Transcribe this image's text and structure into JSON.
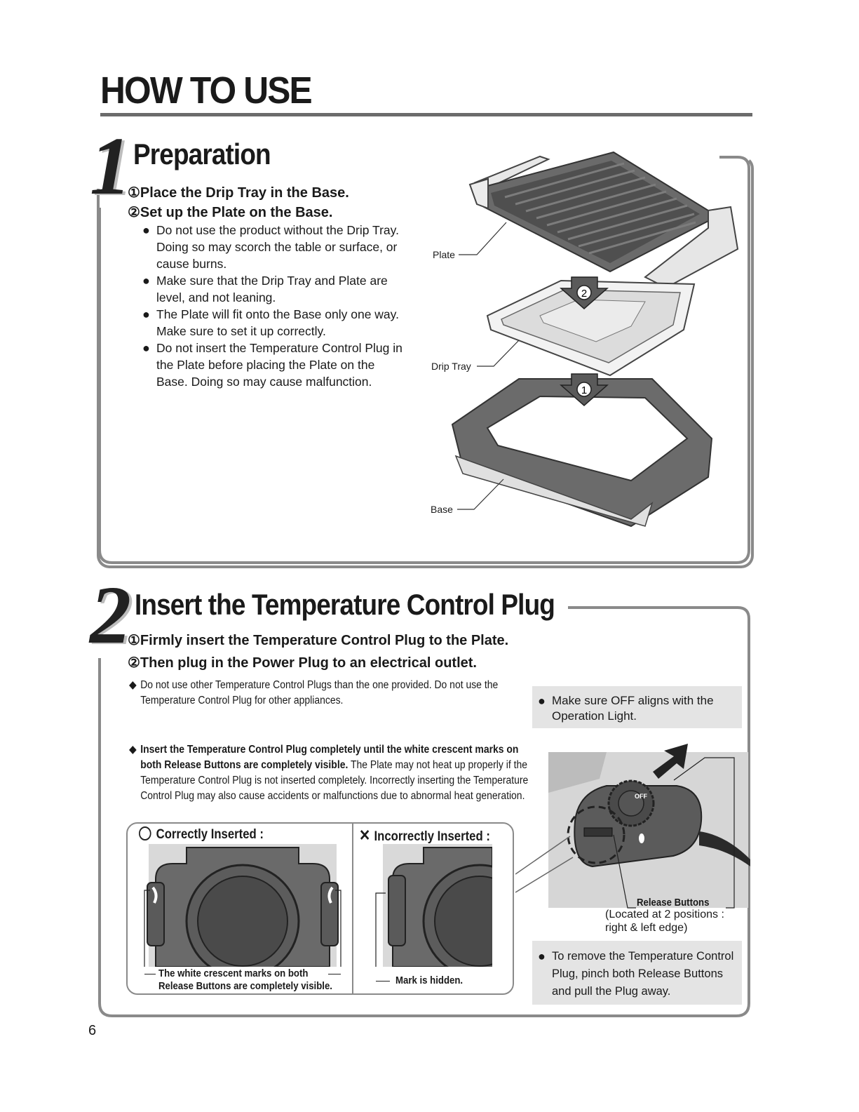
{
  "page": {
    "title": "HOW TO USE",
    "page_number": "6"
  },
  "section1": {
    "number": "1",
    "title": "Preparation",
    "steps": [
      "①Place the Drip Tray in the Base.",
      "②Set up the Plate on the Base."
    ],
    "bullets": [
      "Do not use the product without the Drip Tray. Doing so may scorch the table or surface, or cause burns.",
      "Make sure that the Drip Tray and Plate are level, and not leaning.",
      "The Plate will fit onto the Base only one way. Make sure to set it up correctly.",
      "Do not insert the Temperature Control Plug in the Plate before placing the Plate on the Base. Doing so may cause malfunction."
    ],
    "diagram": {
      "plate_label": "Plate",
      "drip_tray_label": "Drip Tray",
      "base_label": "Base",
      "marker_1": "1",
      "marker_2": "2"
    }
  },
  "section2": {
    "number": "2",
    "title": "Insert the Temperature Control Plug",
    "steps": [
      "①Firmly insert the Temperature Control Plug to the Plate.",
      "②Then plug in the Power Plug to an electrical outlet."
    ],
    "warning1": "Do not use other Temperature Control Plugs than the one provided. Do not use the Temperature Control Plug for other appliances.",
    "warning2_bold": "Insert the Temperature Control Plug completely until the white crescent marks on both Release Buttons are completely visible.",
    "warning2_text": "The Plate may not heat up properly if the Temperature Control Plug is not inserted completely. Incorrectly inserting the Temperature Control Plug may also cause accidents or malfunctions due to abnormal heat generation.",
    "correct_label": "Correctly Inserted :",
    "correct_caption_1": "The white crescent marks on both",
    "correct_caption_2": "Release Buttons are completely visible.",
    "incorrect_label": "Incorrectly Inserted :",
    "incorrect_caption": "Mark is hidden.",
    "off_note": "Make sure OFF aligns with the Operation Light.",
    "dial_text": "OFF",
    "release_label": "Release Buttons",
    "release_sub": "(Located at 2 positions : right & left edge)",
    "remove_note": "To remove the Temperature Control Plug, pinch both Release Buttons and pull the Plug away."
  }
}
